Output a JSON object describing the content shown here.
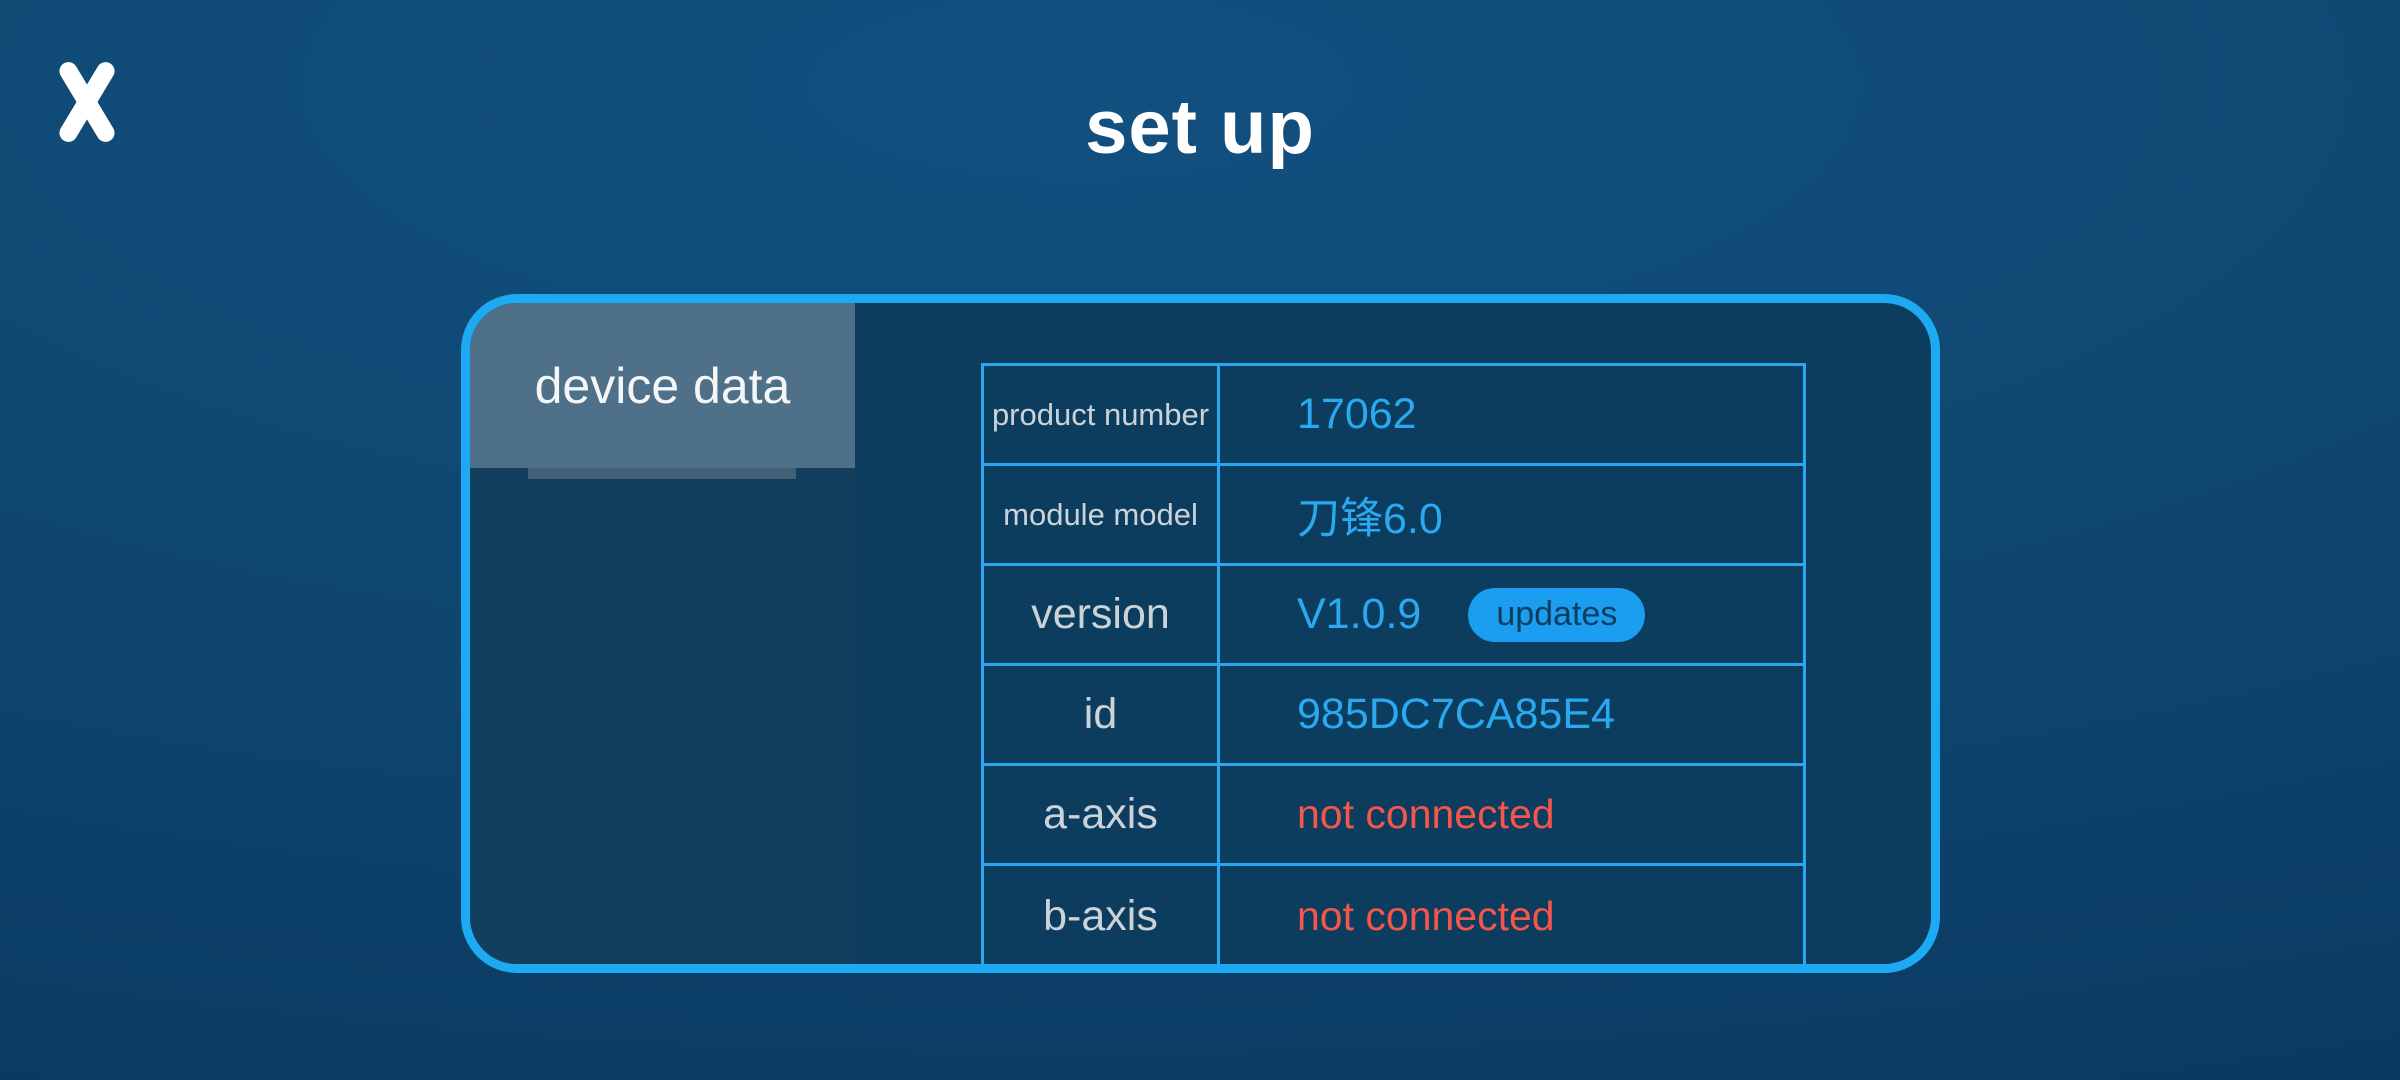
{
  "page": {
    "title": "set up"
  },
  "panel": {
    "tab": {
      "label": "device data"
    },
    "table": {
      "rows": [
        {
          "label": "product number",
          "value": "17062",
          "status": "normal"
        },
        {
          "label": "module model",
          "value": "刀锋6.0",
          "status": "normal"
        },
        {
          "label": "version",
          "value": "V1.0.9",
          "status": "normal",
          "button_label": "updates"
        },
        {
          "label": "id",
          "value": "985DC7CA85E4",
          "status": "normal"
        },
        {
          "label": "a-axis",
          "value": "not connected",
          "status": "error"
        },
        {
          "label": "b-axis",
          "value": "not connected",
          "status": "error"
        }
      ]
    }
  },
  "icons": {
    "close": "close-x-icon"
  },
  "colors": {
    "background_top": "#125080",
    "background_bottom": "#0a3a62",
    "panel_border": "#1ea9f3",
    "panel_interior": "#0c3d5e",
    "sidebar": "#123f5d",
    "tab_background": "#4f7089",
    "table_border": "#2aa7f0",
    "label_text": "#ccd3d8",
    "value_text": "#2aa9f1",
    "error_text": "#f4564b",
    "update_button_bg": "#1b9df0",
    "update_button_text": "#0c3d5e",
    "title_text": "#ffffff"
  }
}
